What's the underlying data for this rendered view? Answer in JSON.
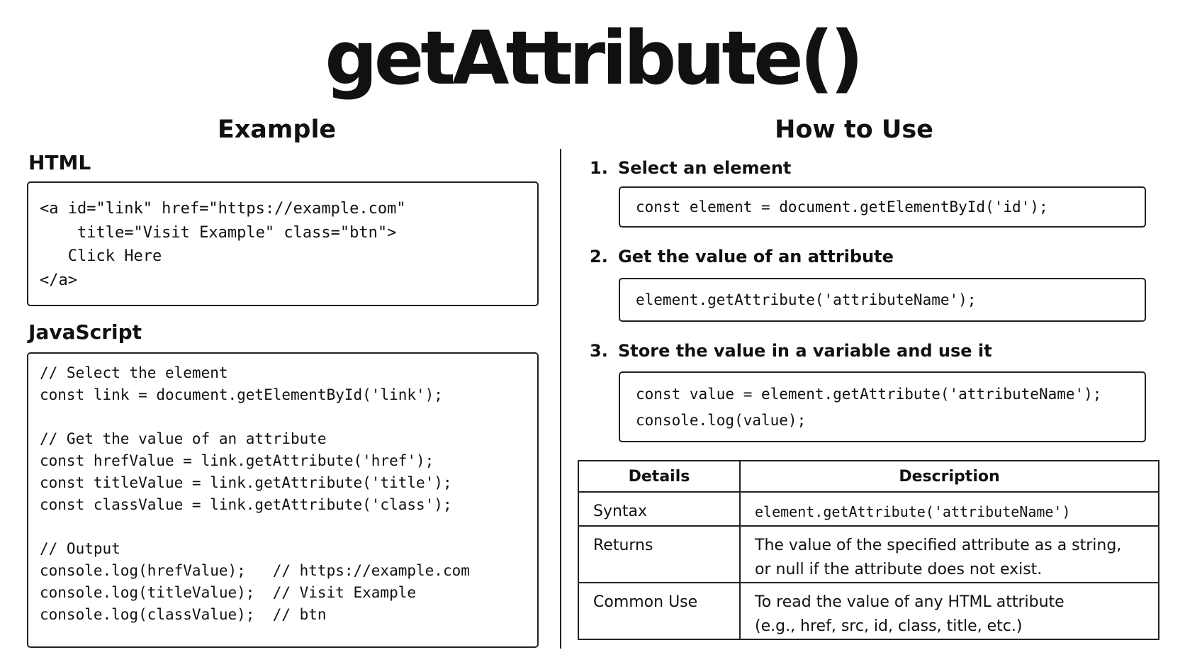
{
  "title": "getAttribute()",
  "example": {
    "heading": "Example",
    "html_label": "HTML",
    "html_code": "<a id=\"link\" href=\"https://example.com\"\n    title=\"Visit Example\" class=\"btn\">\n   Click Here\n</a>",
    "js_label": "JavaScript",
    "js_code": "// Select the element\nconst link = document.getElementById('link');\n\n// Get the value of an attribute\nconst hrefValue = link.getAttribute('href');\nconst titleValue = link.getAttribute('title');\nconst classValue = link.getAttribute('class');\n\n// Output\nconsole.log(hrefValue);   // https://example.com\nconsole.log(titleValue);  // Visit Example\nconsole.log(classValue);  // btn"
  },
  "how_to_use": {
    "heading": "How to Use",
    "steps": [
      {
        "number": "1.",
        "label": "Select an element",
        "code": "const element = document.getElementById('id');"
      },
      {
        "number": "2.",
        "label": "Get the value of an attribute",
        "code": "element.getAttribute('attributeName');"
      },
      {
        "number": "3.",
        "label": "Store the value in a variable and use it",
        "code": "const value = element.getAttribute('attributeName');\nconsole.log(value);"
      }
    ]
  },
  "details_table": {
    "headers": [
      "Details",
      "Description"
    ],
    "rows": [
      {
        "detail": "Syntax",
        "description": "element.getAttribute('attributeName')"
      },
      {
        "detail": "Returns",
        "description_lines": [
          "The value of the specified attribute as a string,",
          "or null if the attribute does not exist."
        ]
      },
      {
        "detail": "Common Use",
        "description_lines": [
          "To read the value of any HTML attribute",
          "(e.g., href, src, id, class, title, etc.)"
        ]
      }
    ]
  }
}
